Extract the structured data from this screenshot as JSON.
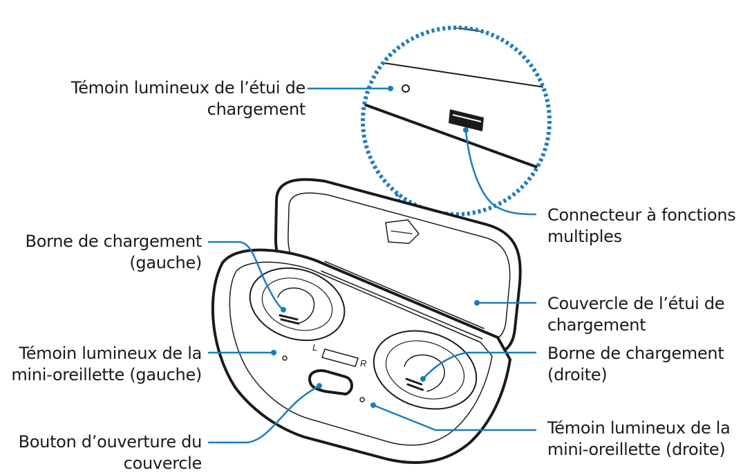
{
  "labels": {
    "case_indicator": {
      "line1": "Témoin lumineux de l’étui de",
      "line2": "chargement"
    },
    "multipurpose_jack": {
      "line1": "Connecteur à fonctions",
      "line2": "multiples"
    },
    "charging_contact_left": {
      "line1": "Borne de chargement",
      "line2": "(gauche)"
    },
    "cover": {
      "line1": "Couvercle de l’étui de",
      "line2": "chargement"
    },
    "charging_contact_right": {
      "line1": "Borne de chargement",
      "line2": "(droite)"
    },
    "earbud_indicator_left": {
      "line1": "Témoin lumineux de la",
      "line2": "mini-oreillette (gauche)"
    },
    "earbud_indicator_right": {
      "line1": "Témoin lumineux de la",
      "line2": "mini-oreillette (droite)"
    },
    "cover_open_button": {
      "line1": "Bouton d’ouverture du",
      "line2": "couvercle"
    }
  },
  "device_markings": {
    "left": "L",
    "right": "R"
  },
  "colors": {
    "leader_line": "#1b7bbf",
    "outline": "#1a1a1a",
    "zoom_border": "#1b7bbf"
  }
}
